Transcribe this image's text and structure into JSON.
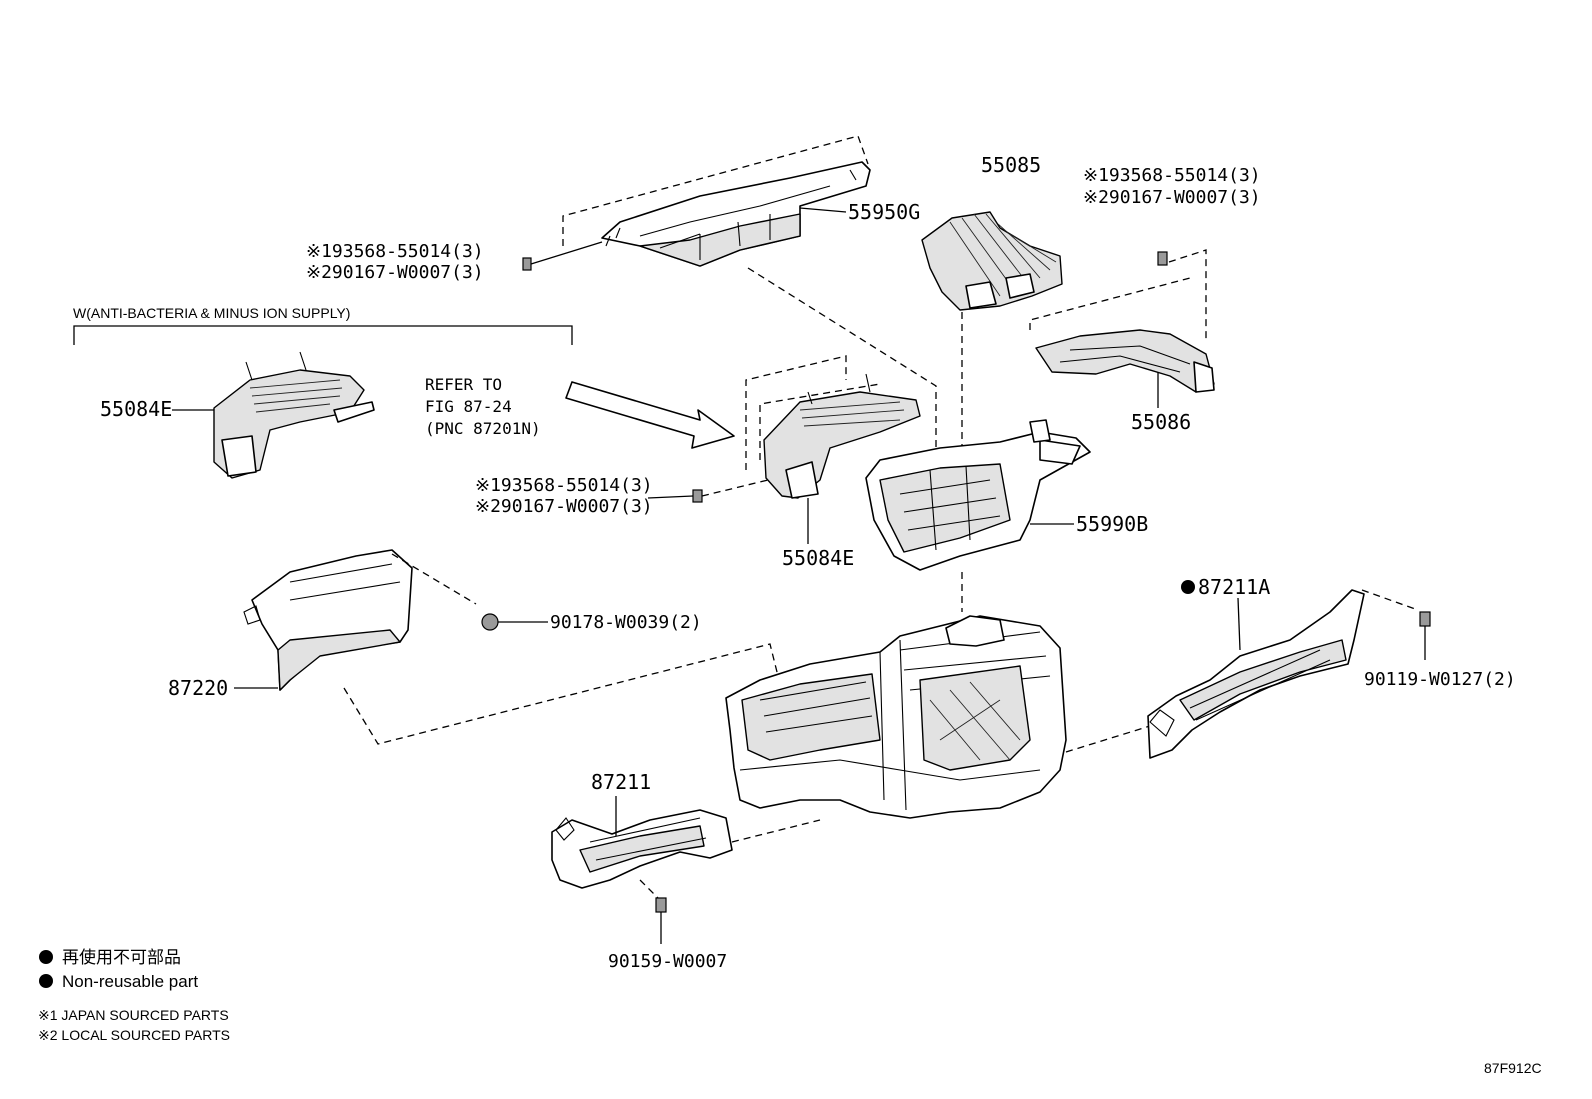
{
  "diagram_id": "87F912C",
  "parts": {
    "p55950G": "55950G",
    "p55085": "55085",
    "p55086": "55086",
    "p55084E_left": "55084E",
    "p55084E_center": "55084E",
    "p55990B": "55990B",
    "p87220": "87220",
    "p87211": "87211",
    "p87211A": "87211A"
  },
  "fasteners": {
    "screw_top_left_1": "※193568-55014(3)",
    "screw_top_left_2": "※290167-W0007(3)",
    "screw_top_right_1": "※193568-55014(3)",
    "screw_top_right_2": "※290167-W0007(3)",
    "screw_mid_1": "※193568-55014(3)",
    "screw_mid_2": "※290167-W0007(3)",
    "nut_87220": "90178-W0039(2)",
    "bolt_87211A": "90119-W0127(2)",
    "bolt_87211": "90159-W0007"
  },
  "option_bracket": "W(ANTI-BACTERIA & MINUS ION SUPPLY)",
  "refer": {
    "line1": "REFER TO",
    "line2": "FIG 87-24",
    "line3": "(PNC 87201N)"
  },
  "legend": {
    "non_reusable_jp": "再使用不可部品",
    "non_reusable_en": "Non-reusable part",
    "note1": "※1 JAPAN SOURCED PARTS",
    "note2": "※2 LOCAL SOURCED PARTS"
  }
}
